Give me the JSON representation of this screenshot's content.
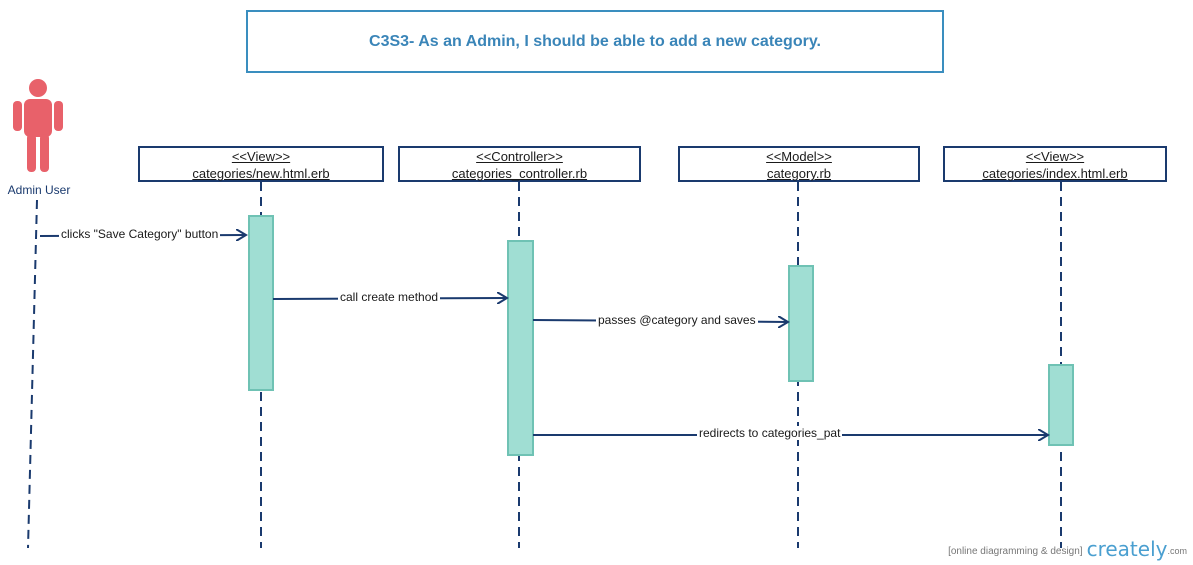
{
  "title": "C3S3- As an Admin, I should be able to add a new category.",
  "actor": {
    "label": "Admin User",
    "icon": "person-icon",
    "color": "#e8616a"
  },
  "lifelines": [
    {
      "stereotype": "<<View>>",
      "name": "categories/new.html.erb"
    },
    {
      "stereotype": "<<Controller>>",
      "name": "categories_controller.rb"
    },
    {
      "stereotype": "<<Model>>",
      "name": "category.rb"
    },
    {
      "stereotype": "<<View>>",
      "name": "categories/index.html.erb"
    }
  ],
  "messages": [
    {
      "label": "clicks \"Save Category\" button",
      "from": "Admin User",
      "to": "categories/new.html.erb"
    },
    {
      "label": "call create method",
      "from": "categories/new.html.erb",
      "to": "categories_controller.rb"
    },
    {
      "label": "passes @category and saves",
      "from": "categories_controller.rb",
      "to": "category.rb"
    },
    {
      "label": "redirects to categories_pat",
      "from": "categories_controller.rb",
      "to": "categories/index.html.erb"
    }
  ],
  "footer": {
    "tagline": "[online diagramming & design]",
    "brand": "creately",
    "domain": ".com"
  },
  "colors": {
    "activation_fill": "#a0ded3",
    "activation_stroke": "#6fc2b4",
    "line": "#1a3a6e",
    "title": "#3a85b8"
  }
}
